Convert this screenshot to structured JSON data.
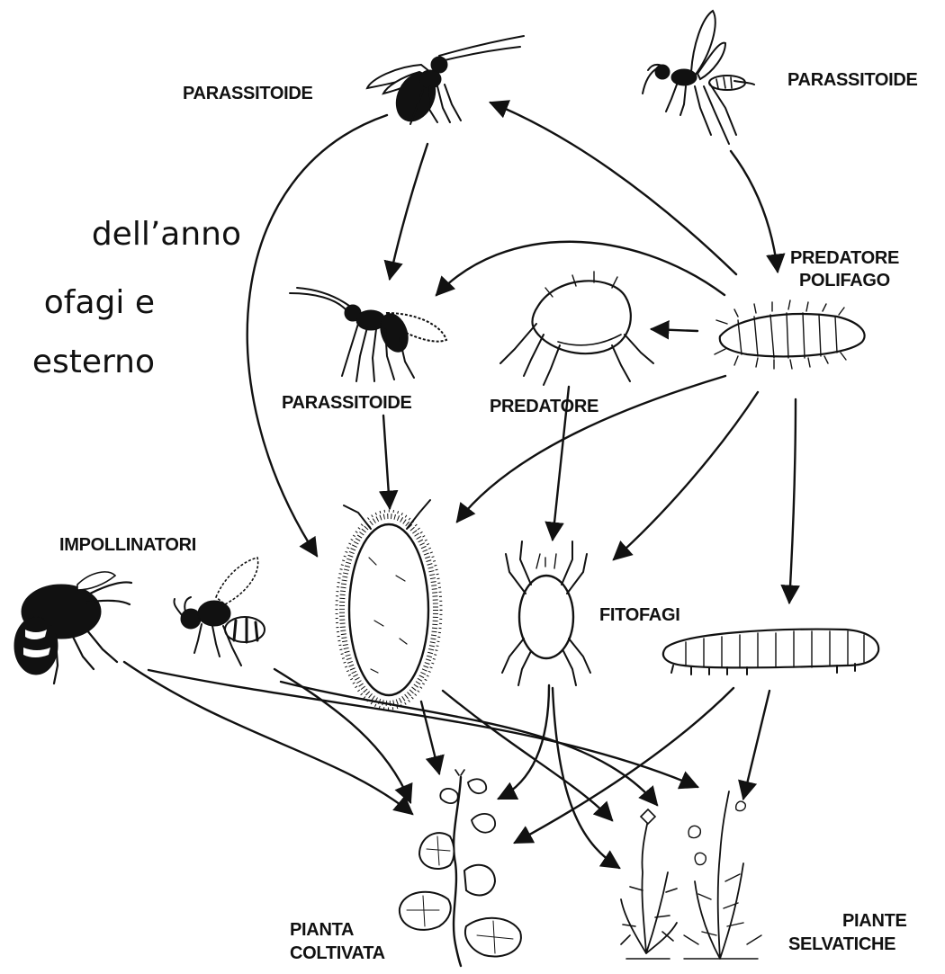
{
  "slide_text": {
    "line1": "dell’anno",
    "line2": "ofagi e",
    "line3": "esterno"
  },
  "labels": {
    "parassitoide_top_left": "PARASSITOIDE",
    "parassitoide_top_right": "PARASSITOIDE",
    "predatore_polifago_line1": "PREDATORE",
    "predatore_polifago_line2": "POLIFAGO",
    "parassitoide_middle": "PARASSITOIDE",
    "predatore": "PREDATORE",
    "impollinatori": "IMPOLLINATORI",
    "fitofagi": "FITOFAGI",
    "pianta_coltivata_line1": "PIANTA",
    "pianta_coltivata_line2": "COLTIVATA",
    "piante_selvatiche_line1": "PIANTE",
    "piante_selvatiche_line2": "SELVATICHE"
  },
  "icons": [
    "parasitoid-wasp-black-icon",
    "parasitoid-wasp-winged-icon",
    "polyphagous-predator-larva-icon",
    "parasitoid-wasp-middle-icon",
    "predatory-mite-icon",
    "scale-insect-icon",
    "phytophagous-mite-icon",
    "caterpillar-icon",
    "bee-pollinator-icon",
    "small-bee-pollinator-icon",
    "cultivated-plant-icon",
    "wild-plants-icon"
  ],
  "colors": {
    "ink": "#111111",
    "background": "#ffffff"
  }
}
